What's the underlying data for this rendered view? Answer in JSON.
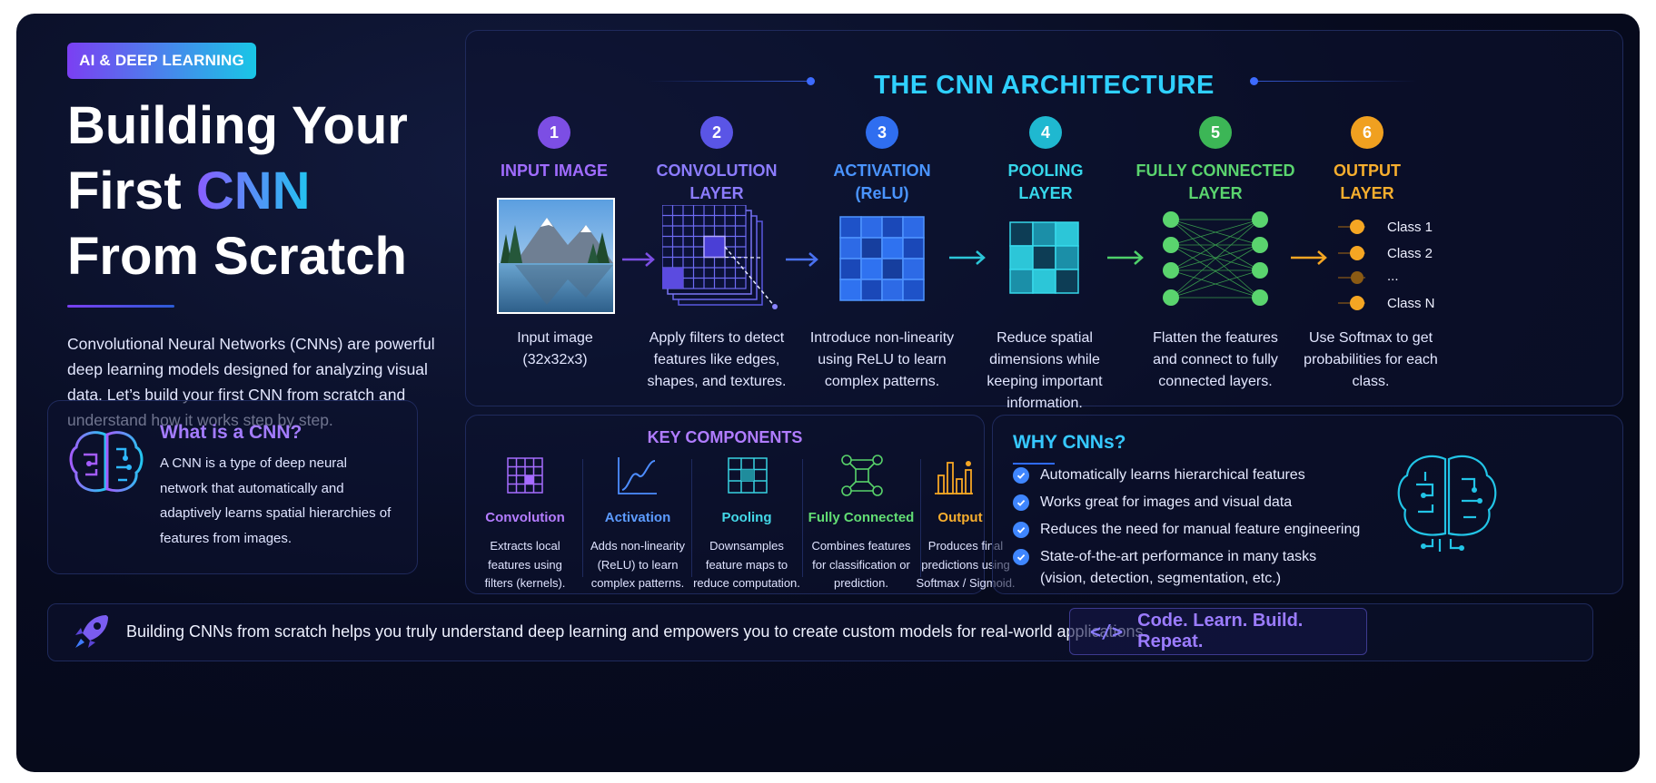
{
  "badge": "AI & DEEP LEARNING",
  "hero": {
    "line1": "Building Your",
    "line2_plain": "First ",
    "line2_accent": "CNN",
    "line3": "From Scratch"
  },
  "intro": "Convolutional Neural Networks (CNNs) are powerful deep learning models designed for analyzing visual data. Let’s build your first CNN from scratch and understand how it works step by step.",
  "what_is": {
    "title": "What is a CNN?",
    "body": "A CNN is a type of deep neural network that automatically and adaptively learns spatial hierarchies of features from images.",
    "icon": "brain-circuit-icon"
  },
  "architecture": {
    "title": "THE CNN ARCHITECTURE",
    "steps": [
      {
        "number": "1",
        "label_1": "INPUT IMAGE",
        "label_2": "",
        "color": "#8b5cf6",
        "num_color": "#7c4ee4",
        "desc": "Input image (32x32x3)",
        "icon": "landscape-image-icon"
      },
      {
        "number": "2",
        "label_1": "CONVOLUTION",
        "label_2": "LAYER",
        "color": "#7c6cf4",
        "num_color": "#5a55e6",
        "desc": "Apply filters to detect features like edges, shapes, and textures.",
        "icon": "convolution-grid-icon"
      },
      {
        "number": "3",
        "label_1": "ACTIVATION",
        "label_2": "(ReLU)",
        "color": "#3f8cff",
        "num_color": "#2f6ef0",
        "desc": "Introduce non-linearity using ReLU to learn complex patterns.",
        "icon": "activation-grid-icon"
      },
      {
        "number": "4",
        "label_1": "POOLING",
        "label_2": "LAYER",
        "color": "#2cd4e6",
        "num_color": "#1fb8d0",
        "desc": "Reduce spatial dimensions while keeping important information.",
        "icon": "pooling-grid-icon"
      },
      {
        "number": "5",
        "label_1": "FULLY CONNECTED",
        "label_2": "LAYER",
        "color": "#4ed06a",
        "num_color": "#3cb656",
        "desc": "Flatten the features and connect to fully connected layers.",
        "icon": "neural-network-icon"
      },
      {
        "number": "6",
        "label_1": "OUTPUT",
        "label_2": "LAYER",
        "color": "#f5a623",
        "num_color": "#f0a020",
        "desc": "Use Softmax to get probabilities for each class.",
        "icon": "output-nodes-icon"
      }
    ],
    "classes": [
      "Class 1",
      "Class 2",
      "...",
      "Class N"
    ]
  },
  "key_components": {
    "title": "KEY COMPONENTS",
    "items": [
      {
        "name": "Convolution",
        "desc": "Extracts local features using filters (kernels).",
        "color": "#a66cff",
        "icon": "grid-filter-icon"
      },
      {
        "name": "Activation",
        "desc": "Adds non-linearity (ReLU) to learn complex patterns.",
        "color": "#4d8dff",
        "icon": "line-chart-icon"
      },
      {
        "name": "Pooling",
        "desc": "Downsamples feature maps to reduce computation.",
        "color": "#38d2e2",
        "icon": "pool-grid-icon"
      },
      {
        "name": "Fully Connected",
        "desc": "Combines features for classification or prediction.",
        "color": "#58d36a",
        "icon": "network-nodes-icon"
      },
      {
        "name": "Output",
        "desc": "Produces final predictions using Softmax / Sigmoid.",
        "color": "#f5a623",
        "icon": "bar-chart-icon"
      }
    ]
  },
  "why": {
    "title": "WHY CNNs?",
    "items": [
      "Automatically learns hierarchical features",
      "Works great for images and visual data",
      "Reduces the need for manual feature engineering",
      "State-of-the-art performance in many tasks (vision, detection, segmentation, etc.)"
    ],
    "icon": "brain-circuit-icon"
  },
  "footer": {
    "text": "Building CNNs from scratch helps you truly understand deep learning and empowers you to create custom models for real-world applications.",
    "cta_icon": "</>",
    "cta": "Code. Learn. Build. Repeat.",
    "icon": "rocket-icon"
  }
}
